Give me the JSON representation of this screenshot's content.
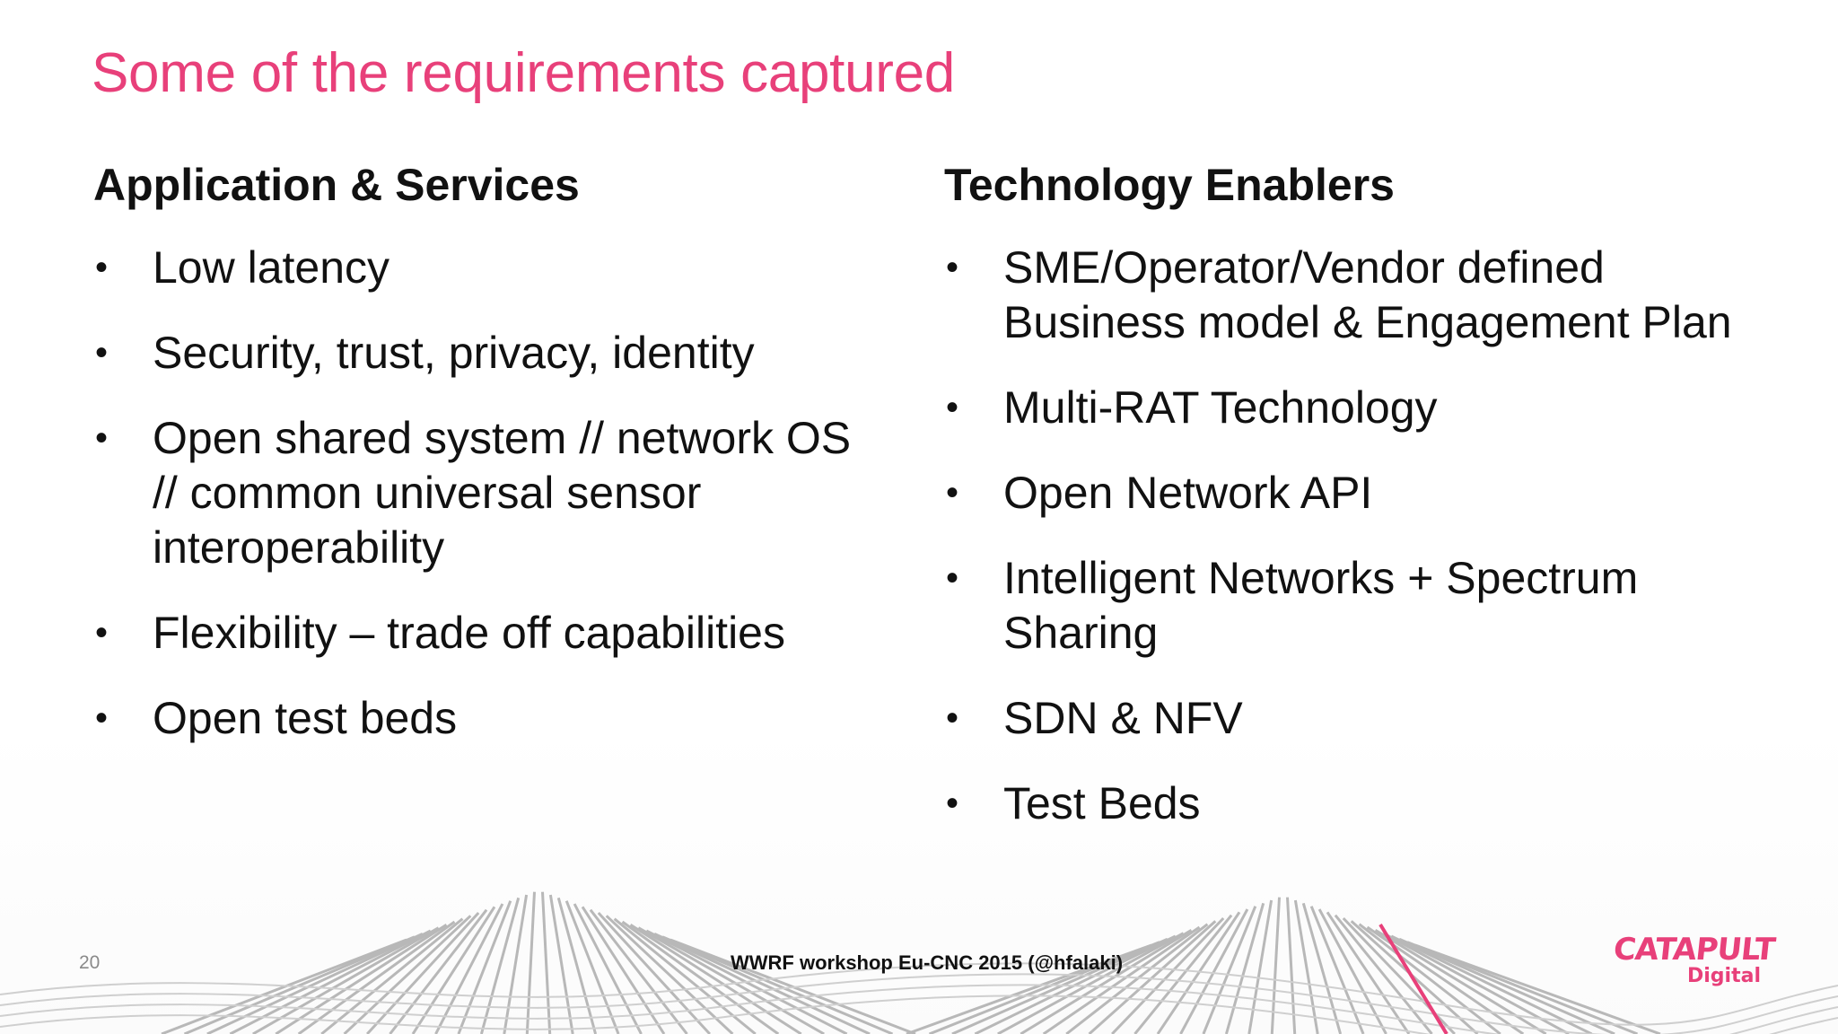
{
  "slide": {
    "title": "Some of the requirements captured",
    "page_number": "20",
    "footer": "WWRF workshop Eu-CNC 2015 (@hfalaki)",
    "logo_main": "CATAPULT",
    "logo_sub": "Digital",
    "accent_color": "#e8407a"
  },
  "left_column": {
    "heading": "Application & Services",
    "bullet_glyph": "•",
    "items": [
      "Low latency",
      "Security, trust, privacy, identity",
      "Open shared system // network OS\n// common universal sensor\ninteroperability",
      "Flexibility – trade off capabilities",
      "Open test beds"
    ]
  },
  "right_column": {
    "heading": "Technology Enablers",
    "bullet_glyph": "•",
    "items": [
      "SME/Operator/Vendor defined\nBusiness model & Engagement Plan",
      "Multi-RAT Technology",
      "Open Network API",
      "Intelligent Networks + Spectrum\nSharing",
      "SDN & NFV",
      "Test Beds"
    ]
  }
}
